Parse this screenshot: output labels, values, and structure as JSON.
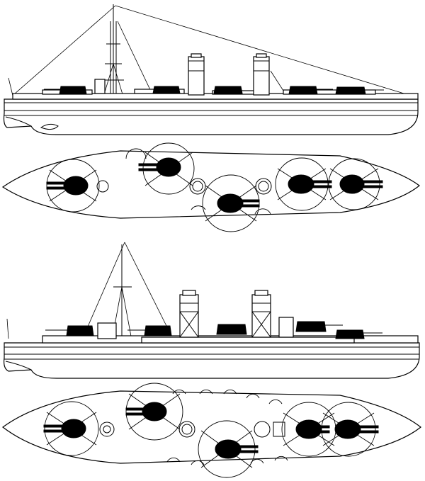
{
  "figure": {
    "ink_color": "#000000",
    "paper_color": "#ffffff",
    "views": [
      {
        "id": "ship1-profile",
        "kind": "side elevation"
      },
      {
        "id": "ship1-plan",
        "kind": "deck plan"
      },
      {
        "id": "ship2-profile",
        "kind": "side elevation"
      },
      {
        "id": "ship2-plan",
        "kind": "deck plan"
      }
    ]
  }
}
